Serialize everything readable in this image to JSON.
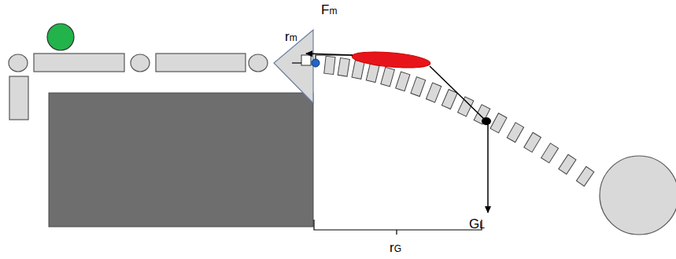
{
  "diagram": {
    "labels": [
      "Fm",
      "rm",
      "rG",
      "GL"
    ]
  }
}
